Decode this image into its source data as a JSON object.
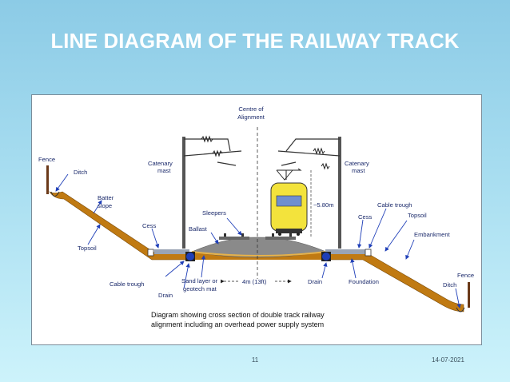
{
  "slide": {
    "title": "LINE DIAGRAM OF THE RAILWAY TRACK",
    "page_number": "11",
    "date": "14-07-2021"
  },
  "diagram": {
    "labels": {
      "centre_line1": "Centre of",
      "centre_line2": "Alignment",
      "fence_left": "Fence",
      "ditch_left": "Ditch",
      "catenary_left1": "Catenary",
      "catenary_left2": "mast",
      "catenary_right1": "Catenary",
      "catenary_right2": "mast",
      "batter1": "Batter",
      "batter2": "slope",
      "topsoil_left": "Topsoil",
      "cess_left": "Cess",
      "sleepers": "Sleepers",
      "ballast": "Ballast",
      "height": "~5.80m",
      "cable_trough_right": "Cable trough",
      "cess_right": "Cess",
      "topsoil_right": "Topsoil",
      "embankment": "Embankment",
      "cable_trough_left": "Cable trough",
      "sand1": "Sand layer or",
      "sand2": "geotech mat",
      "drain_left": "Drain",
      "track_gap": "4m (13ft)",
      "drain_right": "Drain",
      "foundation": "Foundation",
      "fence_right": "Fence",
      "ditch_right": "Ditch"
    },
    "caption_line1": "Diagram showing cross section of double track railway",
    "caption_line2": "alignment including an overhead power supply system"
  },
  "colors": {
    "ground": "#c07a12",
    "ballast": "#7a7a7a",
    "train": "#f3e33c",
    "drain": "#1f3fb8",
    "arrow": "#1f3fb8",
    "mast": "#555555",
    "fence": "#6b3a1a"
  }
}
